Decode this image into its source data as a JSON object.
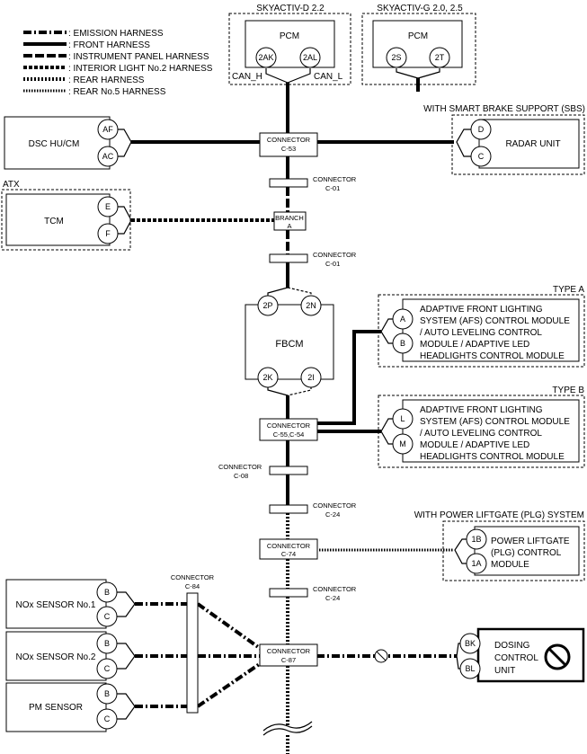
{
  "legend": [
    {
      "style": "emission",
      "label": ": EMISSION HARNESS"
    },
    {
      "style": "front",
      "label": ": FRONT HARNESS"
    },
    {
      "style": "instrument",
      "label": ": INSTRUMENT PANEL HARNESS"
    },
    {
      "style": "interior",
      "label": ": INTERIOR LIGHT No.2 HARNESS"
    },
    {
      "style": "rear",
      "label": ": REAR HARNESS"
    },
    {
      "style": "rear5",
      "label": ": REAR No.5 HARNESS"
    }
  ],
  "groups": {
    "skyactiv_d": "SKYACTIV-D 2.2",
    "skyactiv_g": "SKYACTIV-G 2.0, 2.5",
    "sbs": "WITH SMART BRAKE SUPPORT (SBS)",
    "atx": "ATX",
    "type_a": "TYPE A",
    "type_b": "TYPE B",
    "plg": "WITH POWER LIFTGATE (PLG) SYSTEM"
  },
  "modules": {
    "pcm_d": "PCM",
    "pcm_g": "PCM",
    "dsc": "DSC HU/CM",
    "radar": "RADAR UNIT",
    "tcm": "TCM",
    "fbcm": "FBCM",
    "afs_a": [
      "ADAPTIVE FRONT LIGHTING",
      "SYSTEM (AFS) CONTROL MODULE",
      "/ AUTO LEVELING CONTROL",
      "MODULE / ADAPTIVE LED",
      "HEADLIGHTS CONTROL MODULE"
    ],
    "afs_b": [
      "ADAPTIVE FRONT LIGHTING",
      "SYSTEM (AFS) CONTROL MODULE",
      "/ AUTO LEVELING CONTROL",
      "MODULE / ADAPTIVE LED",
      "HEADLIGHTS CONTROL MODULE"
    ],
    "plg": [
      "POWER LIFTGATE",
      "(PLG) CONTROL",
      "MODULE"
    ],
    "nox1": "NOx SENSOR No.1",
    "nox2": "NOx SENSOR No.2",
    "pm": "PM SENSOR",
    "dosing": [
      "DOSING",
      "CONTROL",
      "UNIT"
    ]
  },
  "pins": {
    "pcm_d_h": "2AK",
    "pcm_d_l": "2AL",
    "can_h": "CAN_H",
    "can_l": "CAN_L",
    "pcm_g_h": "2S",
    "pcm_g_l": "2T",
    "dsc_h": "AF",
    "dsc_l": "AC",
    "radar_h": "D",
    "radar_l": "C",
    "tcm_h": "E",
    "tcm_l": "F",
    "fbcm_1": "2P",
    "fbcm_2": "2N",
    "fbcm_3": "2K",
    "fbcm_4": "2I",
    "afs_a_h": "A",
    "afs_a_l": "B",
    "afs_b_h": "L",
    "afs_b_l": "M",
    "plg_h": "1B",
    "plg_l": "1A",
    "nox1_h": "B",
    "nox1_l": "C",
    "nox2_h": "B",
    "nox2_l": "C",
    "pm_h": "B",
    "pm_l": "C",
    "dosing_h": "BK",
    "dosing_l": "BL"
  },
  "connectors": {
    "c53": [
      "CONNECTOR",
      "C-53"
    ],
    "c01a": [
      "CONNECTOR",
      "C-01"
    ],
    "branch": [
      "BRANCH",
      "A"
    ],
    "c01b": [
      "CONNECTOR",
      "C-01"
    ],
    "c55": [
      "CONNECTOR",
      "C-55,C-54"
    ],
    "c08": [
      "CONNECTOR",
      "C-08"
    ],
    "c24a": [
      "CONNECTOR",
      "C-24"
    ],
    "c74": [
      "CONNECTOR",
      "C-74"
    ],
    "c24b": [
      "CONNECTOR",
      "C-24"
    ],
    "c84": [
      "CONNECTOR",
      "C-84"
    ],
    "c87": [
      "CONNECTOR",
      "C-87"
    ]
  }
}
